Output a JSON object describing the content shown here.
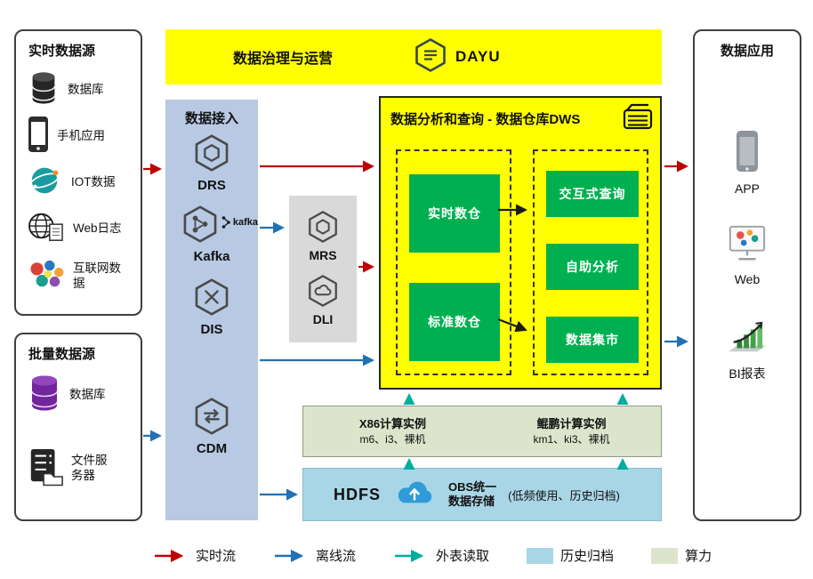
{
  "palette": {
    "yellow": "#ffff00",
    "green": "#00b050",
    "ingest_blue": "#b7c9e3",
    "gray": "#d9d9d9",
    "compute_green": "#dce4cb",
    "storage_blue": "#a9d6e6",
    "realtime_red": "#c00000",
    "offline_blue": "#2271b3",
    "external_teal": "#00ad9e"
  },
  "sources_realtime": {
    "title": "实时数据源",
    "items": [
      {
        "icon": "database-icon",
        "label": "数据库"
      },
      {
        "icon": "phone-icon",
        "label": "手机应用"
      },
      {
        "icon": "iot-icon",
        "label": "IOT数据"
      },
      {
        "icon": "weblog-icon",
        "label": "Web日志"
      },
      {
        "icon": "internet-icon",
        "label": "互联网数据"
      }
    ]
  },
  "sources_batch": {
    "title": "批量数据源",
    "items": [
      {
        "icon": "database-purple-icon",
        "label": "数据库"
      },
      {
        "icon": "file-server-icon",
        "label": "文件服务器"
      }
    ]
  },
  "governance": {
    "title": "数据治理与运营",
    "product": "DAYU"
  },
  "ingestion": {
    "title": "数据接入",
    "items": [
      {
        "label": "DRS"
      },
      {
        "label": "Kafka",
        "side": "kafka"
      },
      {
        "label": "DIS"
      },
      {
        "label": "CDM"
      }
    ]
  },
  "processing": {
    "items": [
      {
        "label": "MRS"
      },
      {
        "label": "DLI"
      }
    ]
  },
  "dws": {
    "title": "数据分析和查询 - 数据仓库DWS",
    "warehouses": [
      "实时数仓",
      "标准数仓"
    ],
    "services": [
      "交互式查询",
      "自助分析",
      "数据集市"
    ]
  },
  "compute": {
    "x86_title": "X86计算实例",
    "x86_spec": "m6、i3、裸机",
    "kunpeng_title": "鲲鹏计算实例",
    "kunpeng_spec": "km1、ki3、裸机"
  },
  "storage": {
    "hdfs": "HDFS",
    "obs_line1": "OBS统一",
    "obs_line2": "数据存储",
    "note": "(低频使用、历史归档)"
  },
  "applications": {
    "title": "数据应用",
    "items": [
      {
        "icon": "app-icon",
        "label": "APP"
      },
      {
        "icon": "web-icon",
        "label": "Web"
      },
      {
        "icon": "bi-icon",
        "label": "BI报表"
      }
    ]
  },
  "legend": {
    "realtime": "实时流",
    "offline": "离线流",
    "external": "外表读取",
    "archive": "历史归档",
    "compute": "算力"
  }
}
